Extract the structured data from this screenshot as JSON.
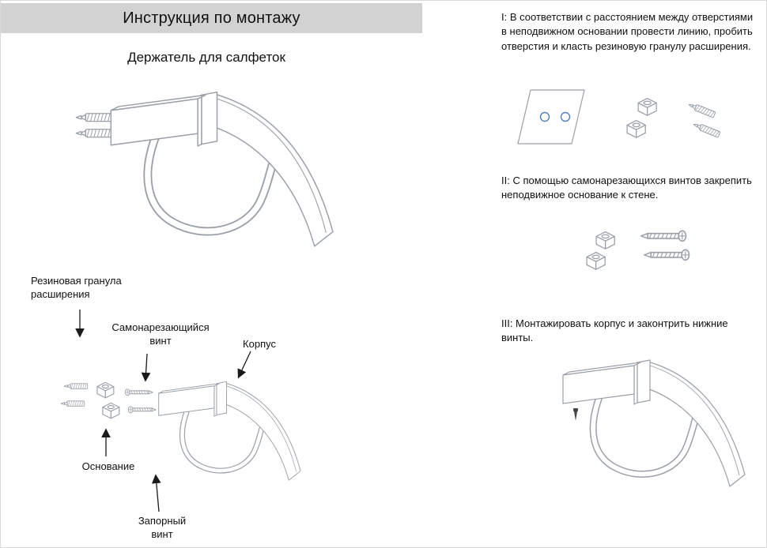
{
  "header": {
    "title": "Инструкция по монтажу"
  },
  "product": {
    "name": "Держатель для салфеток"
  },
  "parts": {
    "rubber_granule": "Резиновая гранула расширения",
    "self_tapping_screw": "Самонарезающийся винт",
    "body": "Корпус",
    "base": "Основание",
    "locking_screw": "Запорный винт"
  },
  "steps": [
    {
      "num": "I",
      "text": "I: В соответствии с расстоянием между отверстиями в неподвижном основании провести линию, пробить отверстия и класть резиновую гранулу расширения."
    },
    {
      "num": "II",
      "text": "II: С помощью самонарезающихся винтов закрепить неподвижное основание к стене."
    },
    {
      "num": "III",
      "text": "III: Монтажировать корпус и законтрить нижние винты."
    }
  ],
  "colors": {
    "header_bg": "#d2d2d2",
    "line_art": "#9aa0a6",
    "hole_marker": "#4f81bd",
    "arrow": "#1a1a1a"
  }
}
